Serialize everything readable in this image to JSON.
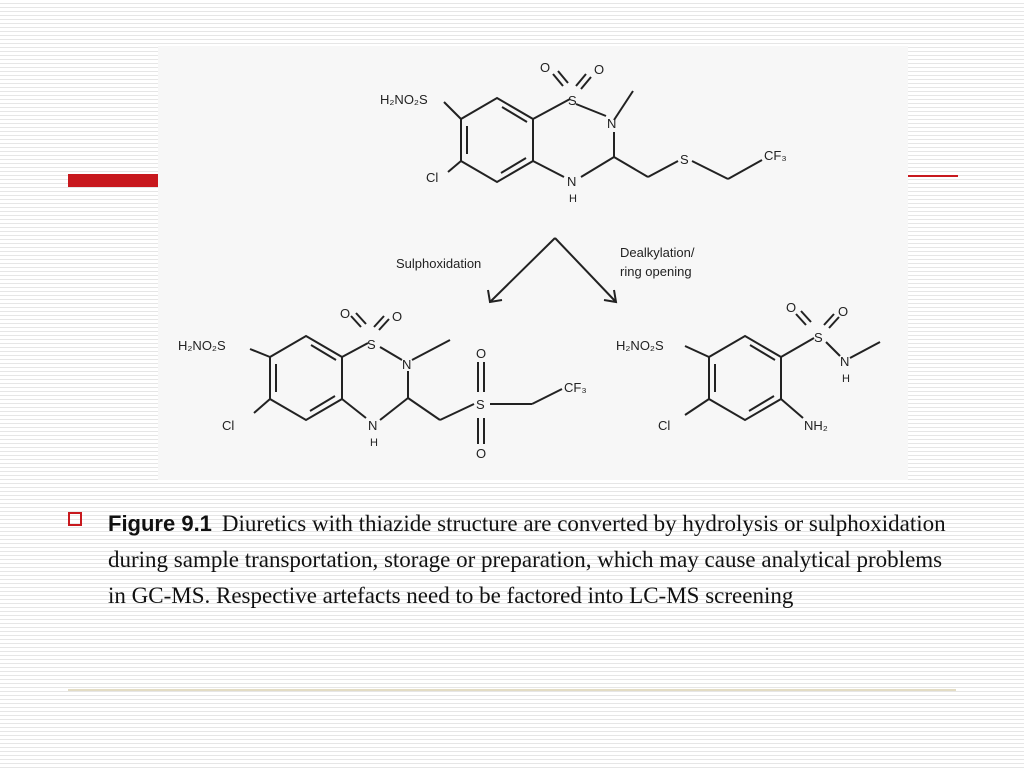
{
  "figure": {
    "top_molecule": {
      "group_sulfonamide": "H₂NO₂S",
      "ring_o1": "O",
      "ring_o2": "O",
      "ring_s": "S",
      "ring_n": "N",
      "chlorine": "Cl",
      "nh_n": "N",
      "nh_h": "H",
      "side_s": "S",
      "cf3": "CF₃"
    },
    "arrow_left_label": "Sulphoxidation",
    "arrow_right_label_line1": "Dealkylation/",
    "arrow_right_label_line2": "ring opening",
    "left_molecule": {
      "group_sulfonamide": "H₂NO₂S",
      "ring_o1": "O",
      "ring_o2": "O",
      "ring_s": "S",
      "ring_n": "N",
      "chlorine": "Cl",
      "nh_n": "N",
      "nh_h": "H",
      "sulfone_s": "S",
      "sulfone_o_top": "O",
      "sulfone_o_bottom": "O",
      "cf3": "CF₃"
    },
    "right_molecule": {
      "group_sulfonamide": "H₂NO₂S",
      "o1": "O",
      "o2": "O",
      "s": "S",
      "n": "N",
      "nh_h": "H",
      "chlorine": "Cl",
      "amine": "NH₂"
    }
  },
  "caption": {
    "label": "Figure 9.1",
    "text": "Diuretics with thiazide structure are converted by hydrolysis or sulphoxidation during sample transportation, storage or preparation, which may cause analytical problems in GC-MS. Respective artefacts need to be factored into LC-MS screening"
  },
  "colors": {
    "accent": "#c8191e",
    "footer_rule": "#e3dcc4"
  }
}
